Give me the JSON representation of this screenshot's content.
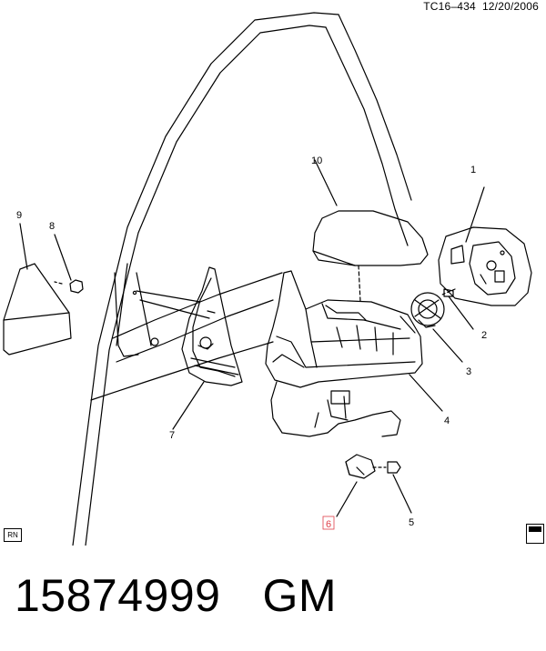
{
  "header": {
    "code": "TC16–434",
    "date": "12/20/2006"
  },
  "callouts": {
    "c1": "1",
    "c2": "2",
    "c3": "3",
    "c4": "4",
    "c5": "5",
    "c6": "6",
    "c7": "7",
    "c8": "8",
    "c9": "9",
    "c10": "10"
  },
  "badge_rn": "RN",
  "part": {
    "number": "15874999",
    "brand": "GM"
  },
  "colors": {
    "line": "#000000",
    "highlight": "#e0404a"
  }
}
